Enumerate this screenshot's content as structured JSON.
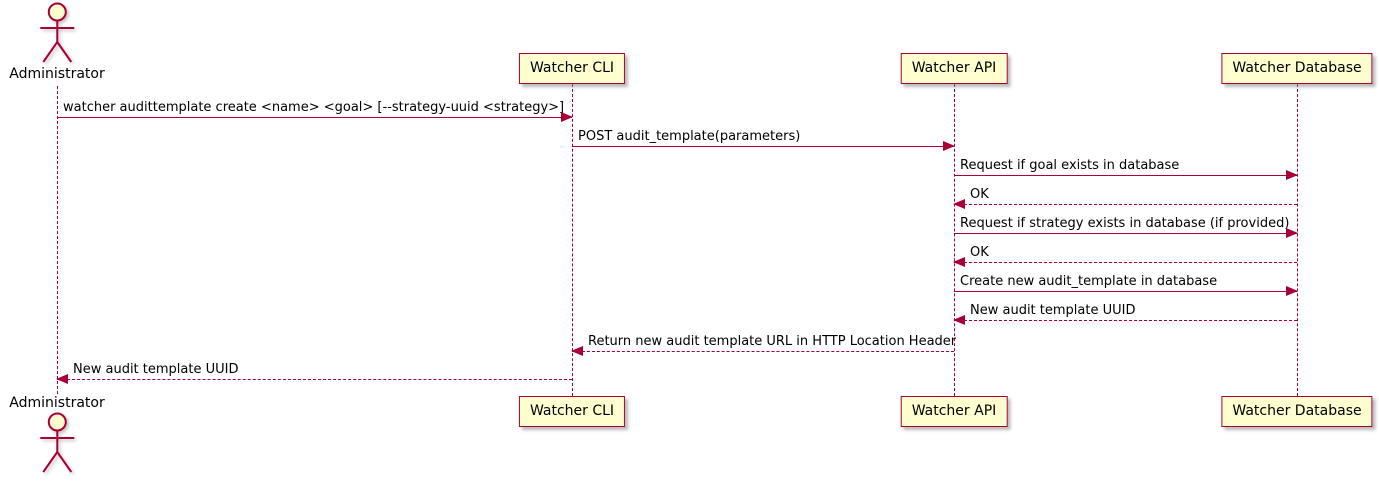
{
  "diagram": {
    "type": "sequence-diagram",
    "colors": {
      "line": "#A80036",
      "participant_fill": "#FEFECE",
      "text": "#000000",
      "background": "#FFFFFF"
    },
    "actor": {
      "name": "Administrator"
    },
    "participants": [
      {
        "label": "Watcher CLI"
      },
      {
        "label": "Watcher API"
      },
      {
        "label": "Watcher Database"
      }
    ],
    "messages": [
      {
        "from": "Administrator",
        "to": "Watcher CLI",
        "style": "solid",
        "text": "watcher audittemplate create <name> <goal> [--strategy-uuid <strategy>]"
      },
      {
        "from": "Watcher CLI",
        "to": "Watcher API",
        "style": "solid",
        "text": "POST audit_template(parameters)"
      },
      {
        "from": "Watcher API",
        "to": "Watcher Database",
        "style": "solid",
        "text": "Request if goal exists in database"
      },
      {
        "from": "Watcher Database",
        "to": "Watcher API",
        "style": "dashed",
        "text": "OK"
      },
      {
        "from": "Watcher API",
        "to": "Watcher Database",
        "style": "solid",
        "text": "Request if strategy exists in database (if provided)"
      },
      {
        "from": "Watcher Database",
        "to": "Watcher API",
        "style": "dashed",
        "text": "OK"
      },
      {
        "from": "Watcher API",
        "to": "Watcher Database",
        "style": "solid",
        "text": "Create new audit_template in database"
      },
      {
        "from": "Watcher Database",
        "to": "Watcher API",
        "style": "dashed",
        "text": "New audit template UUID"
      },
      {
        "from": "Watcher API",
        "to": "Watcher CLI",
        "style": "dashed",
        "text": "Return new audit template URL in HTTP Location Header"
      },
      {
        "from": "Watcher CLI",
        "to": "Administrator",
        "style": "dashed",
        "text": "New audit template UUID"
      }
    ]
  }
}
